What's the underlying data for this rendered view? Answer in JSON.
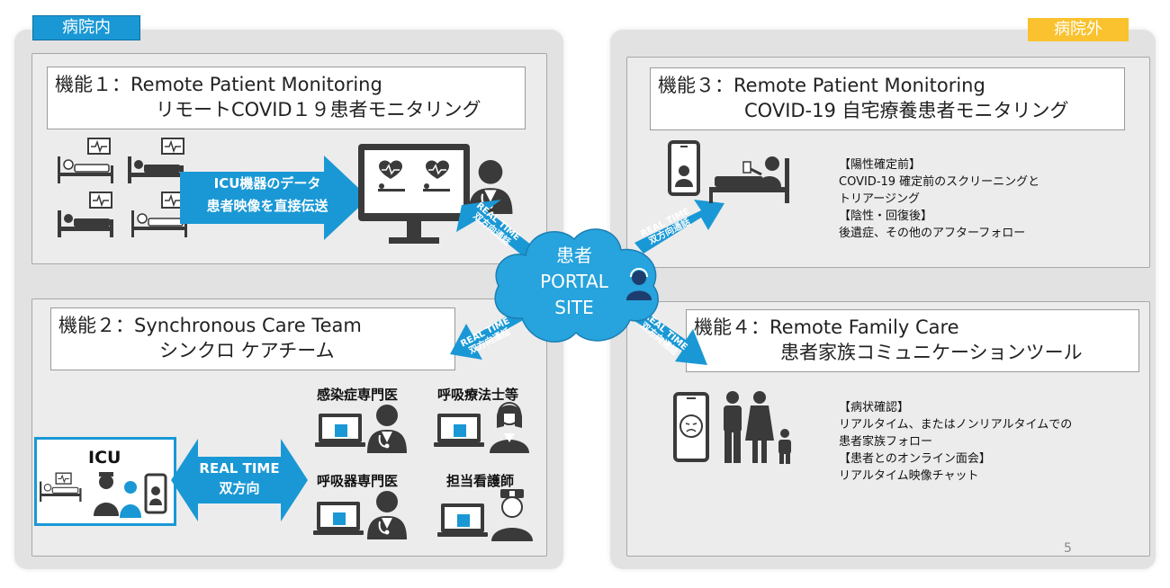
{
  "regions": {
    "inside_label": "病院内",
    "outside_label": "病院外"
  },
  "functions": {
    "f1": {
      "line1": "機能１：Remote Patient Monitoring",
      "line2": "リモートCOVID１９患者モニタリング"
    },
    "f2": {
      "line1": "機能２：Synchronous Care Team",
      "line2": "シンクロ ケアチーム"
    },
    "f3": {
      "line1": "機能３：Remote Patient Monitoring",
      "line2": "COVID-19 自宅療養患者モニタリング"
    },
    "f4": {
      "line1": "機能４：Remote Family Care",
      "line2": "患者家族コミュニケーションツール"
    }
  },
  "arrows": {
    "icu_data_line1": "ICU機器のデータ",
    "icu_data_line2": "患者映像を直接伝送",
    "rt_line1": "REAL TIME",
    "rt_line2": "双方向通話",
    "icu_rt_line1": "REAL TIME",
    "icu_rt_line2": "双方向"
  },
  "portal": {
    "line1": "患者",
    "line2": "PORTAL",
    "line3": "SITE"
  },
  "care_team": {
    "icu_label": "ICU",
    "infection_specialist": "感染症専門医",
    "respiratory_therapist": "呼吸療法士等",
    "pulmonologist": "呼吸器専門医",
    "assigned_nurse": "担当看護師"
  },
  "f3_desc": {
    "h1": "【陽性確定前】",
    "l1": "COVID-19 確定前のスクリーニングと",
    "l2": "トリアージング",
    "h2": "【陰性・回復後】",
    "l3": "後遺症、その他のアフターフォロー"
  },
  "f4_desc": {
    "h1": "【病状確認】",
    "l1": "リアルタイム、またはノンリアルタイムでの",
    "l2": "患者家族フォロー",
    "h2": "【患者とのオンライン面会】",
    "l3": "リアルタイム映像チャット"
  },
  "page_number": "5",
  "colors": {
    "accent_blue": "#1a98d5",
    "portal_blue": "#27a3dd",
    "outside_yellow": "#f9c22e",
    "icon_dark": "#3a3a3a"
  }
}
